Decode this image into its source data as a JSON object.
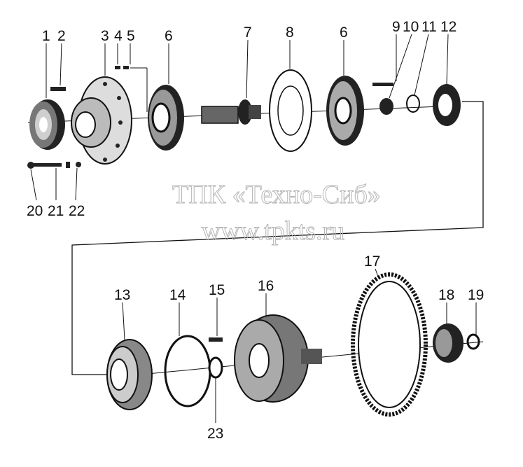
{
  "watermark": {
    "line1": "ТПК «Техно-Сиб»",
    "line2": "www.tpkts.ru"
  },
  "callouts": [
    "1",
    "2",
    "3",
    "4",
    "5",
    "6",
    "7",
    "8",
    "6",
    "9",
    "10",
    "11",
    "12",
    "20",
    "21",
    "22",
    "13",
    "14",
    "15",
    "16",
    "17",
    "18",
    "19",
    "23"
  ]
}
